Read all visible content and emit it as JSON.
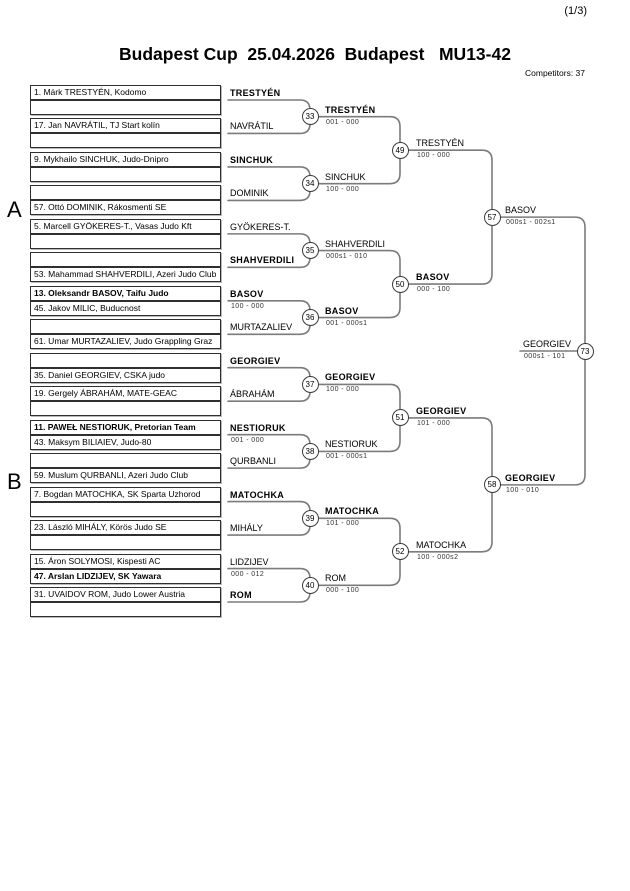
{
  "page_indicator": "(1/3)",
  "header": {
    "title": "Budapest Cup  25.04.2026  Budapest   MU13-42",
    "competitors": "Competitors: 37"
  },
  "section_labels": [
    "A",
    "B"
  ],
  "bracket": {
    "entries": [
      {
        "text": "1. Márk TRESTYÉN, Kodomo",
        "bold": false
      },
      {
        "text": "",
        "bold": false
      },
      {
        "text": "17. Jan NAVRÁTIL, TJ Start kolín",
        "bold": false
      },
      {
        "text": "",
        "bold": false
      },
      {
        "text": "9. Mykhailo SINCHUK, Judo-Dnipro",
        "bold": false
      },
      {
        "text": "",
        "bold": false
      },
      {
        "text": "",
        "bold": false
      },
      {
        "text": "57. Ottó DOMINIK, Rákosmenti SE",
        "bold": false
      },
      {
        "text": "5. Marcell GYÖKERES-T., Vasas Judo Kft",
        "bold": false
      },
      {
        "text": "",
        "bold": false
      },
      {
        "text": "",
        "bold": false
      },
      {
        "text": "53. Mahammad SHAHVERDILI, Azeri Judo Club",
        "bold": false
      },
      {
        "text": "13. Oleksandr BASOV, Taifu Judo",
        "bold": true
      },
      {
        "text": "45. Jakov MILIC, Buducnost",
        "bold": false
      },
      {
        "text": "",
        "bold": false
      },
      {
        "text": "61. Umar MURTAZALIEV, Judo Grappling Graz",
        "bold": false
      },
      {
        "text": "",
        "bold": false
      },
      {
        "text": "35. Daniel GEORGIEV, CSKA judo",
        "bold": false
      },
      {
        "text": "19. Gergely ÁBRAHÁM, MATE-GEAC",
        "bold": false
      },
      {
        "text": "",
        "bold": false
      },
      {
        "text": "11. PAWEŁ NESTIORUK, Pretorian Team",
        "bold": true
      },
      {
        "text": "43. Maksym BILIAIEV, Judo-80",
        "bold": false
      },
      {
        "text": "",
        "bold": false
      },
      {
        "text": "59. Muslum QURBANLI, Azeri Judo Club",
        "bold": false
      },
      {
        "text": "7. Bogdan MATOCHKA, SK Sparta Uzhorod",
        "bold": false
      },
      {
        "text": "",
        "bold": false
      },
      {
        "text": "23. László MIHÁLY, Körös Judo SE",
        "bold": false
      },
      {
        "text": "",
        "bold": false
      },
      {
        "text": "15. Áron SOLYMOSI, Kispesti AC",
        "bold": false
      },
      {
        "text": "47. Arslan LIDZIJEV, SK Yawara",
        "bold": true
      },
      {
        "text": "31. UVAIDOV ROM, Judo Lower Austria",
        "bold": false
      },
      {
        "text": "",
        "bold": false
      }
    ],
    "round1_winners": [
      {
        "name": "TRESTYÉN",
        "bold": true,
        "score": null
      },
      {
        "name": "NAVRÁTIL",
        "bold": false,
        "score": null
      },
      {
        "name": "SINCHUK",
        "bold": true,
        "score": null
      },
      {
        "name": "DOMINIK",
        "bold": false,
        "score": null
      },
      {
        "name": "GYÖKERES-T.",
        "bold": false,
        "score": null
      },
      {
        "name": "SHAHVERDILI",
        "bold": true,
        "score": null
      },
      {
        "name": "BASOV",
        "bold": true,
        "score": "100 - 000"
      },
      {
        "name": "MURTAZALIEV",
        "bold": false,
        "score": null
      },
      {
        "name": "GEORGIEV",
        "bold": true,
        "score": null
      },
      {
        "name": "ÁBRAHÁM",
        "bold": false,
        "score": null
      },
      {
        "name": "NESTIORUK",
        "bold": true,
        "score": "001 - 000"
      },
      {
        "name": "QURBANLI",
        "bold": false,
        "score": null
      },
      {
        "name": "MATOCHKA",
        "bold": true,
        "score": null
      },
      {
        "name": "MIHÁLY",
        "bold": false,
        "score": null
      },
      {
        "name": "LIDZIJEV",
        "bold": false,
        "score": "000 - 012"
      },
      {
        "name": "ROM",
        "bold": true,
        "score": null
      }
    ],
    "matches_round2": [
      {
        "number": "33",
        "winner": "TRESTYÉN",
        "bold": true,
        "score": "001 - 000"
      },
      {
        "number": "34",
        "winner": "SINCHUK",
        "bold": false,
        "score": "100 - 000"
      },
      {
        "number": "35",
        "winner": "SHAHVERDILI",
        "bold": false,
        "score": "000s1 - 010"
      },
      {
        "number": "36",
        "winner": "BASOV",
        "bold": true,
        "score": "001 - 000s1"
      },
      {
        "number": "37",
        "winner": "GEORGIEV",
        "bold": true,
        "score": "100 - 000"
      },
      {
        "number": "38",
        "winner": "NESTIORUK",
        "bold": false,
        "score": "001 - 000s1"
      },
      {
        "number": "39",
        "winner": "MATOCHKA",
        "bold": true,
        "score": "101 - 000"
      },
      {
        "number": "40",
        "winner": "ROM",
        "bold": false,
        "score": "000 - 100"
      }
    ],
    "matches_round3": [
      {
        "number": "49",
        "winner": "TRESTYÉN",
        "bold": false,
        "score": "100 - 000"
      },
      {
        "number": "50",
        "winner": "BASOV",
        "bold": true,
        "score": "000 - 100"
      },
      {
        "number": "51",
        "winner": "GEORGIEV",
        "bold": true,
        "score": "101 - 000"
      },
      {
        "number": "52",
        "winner": "MATOCHKA",
        "bold": false,
        "score": "100 - 000s2"
      }
    ],
    "matches_semi": [
      {
        "number": "57",
        "winner": "BASOV",
        "bold": false,
        "score": "000s1 - 002s1"
      },
      {
        "number": "58",
        "winner": "GEORGIEV",
        "bold": true,
        "score": "100 - 010"
      }
    ],
    "match_final": {
      "number": "73",
      "winner": "GEORGIEV",
      "bold": false,
      "score": "000s1 - 101"
    }
  }
}
